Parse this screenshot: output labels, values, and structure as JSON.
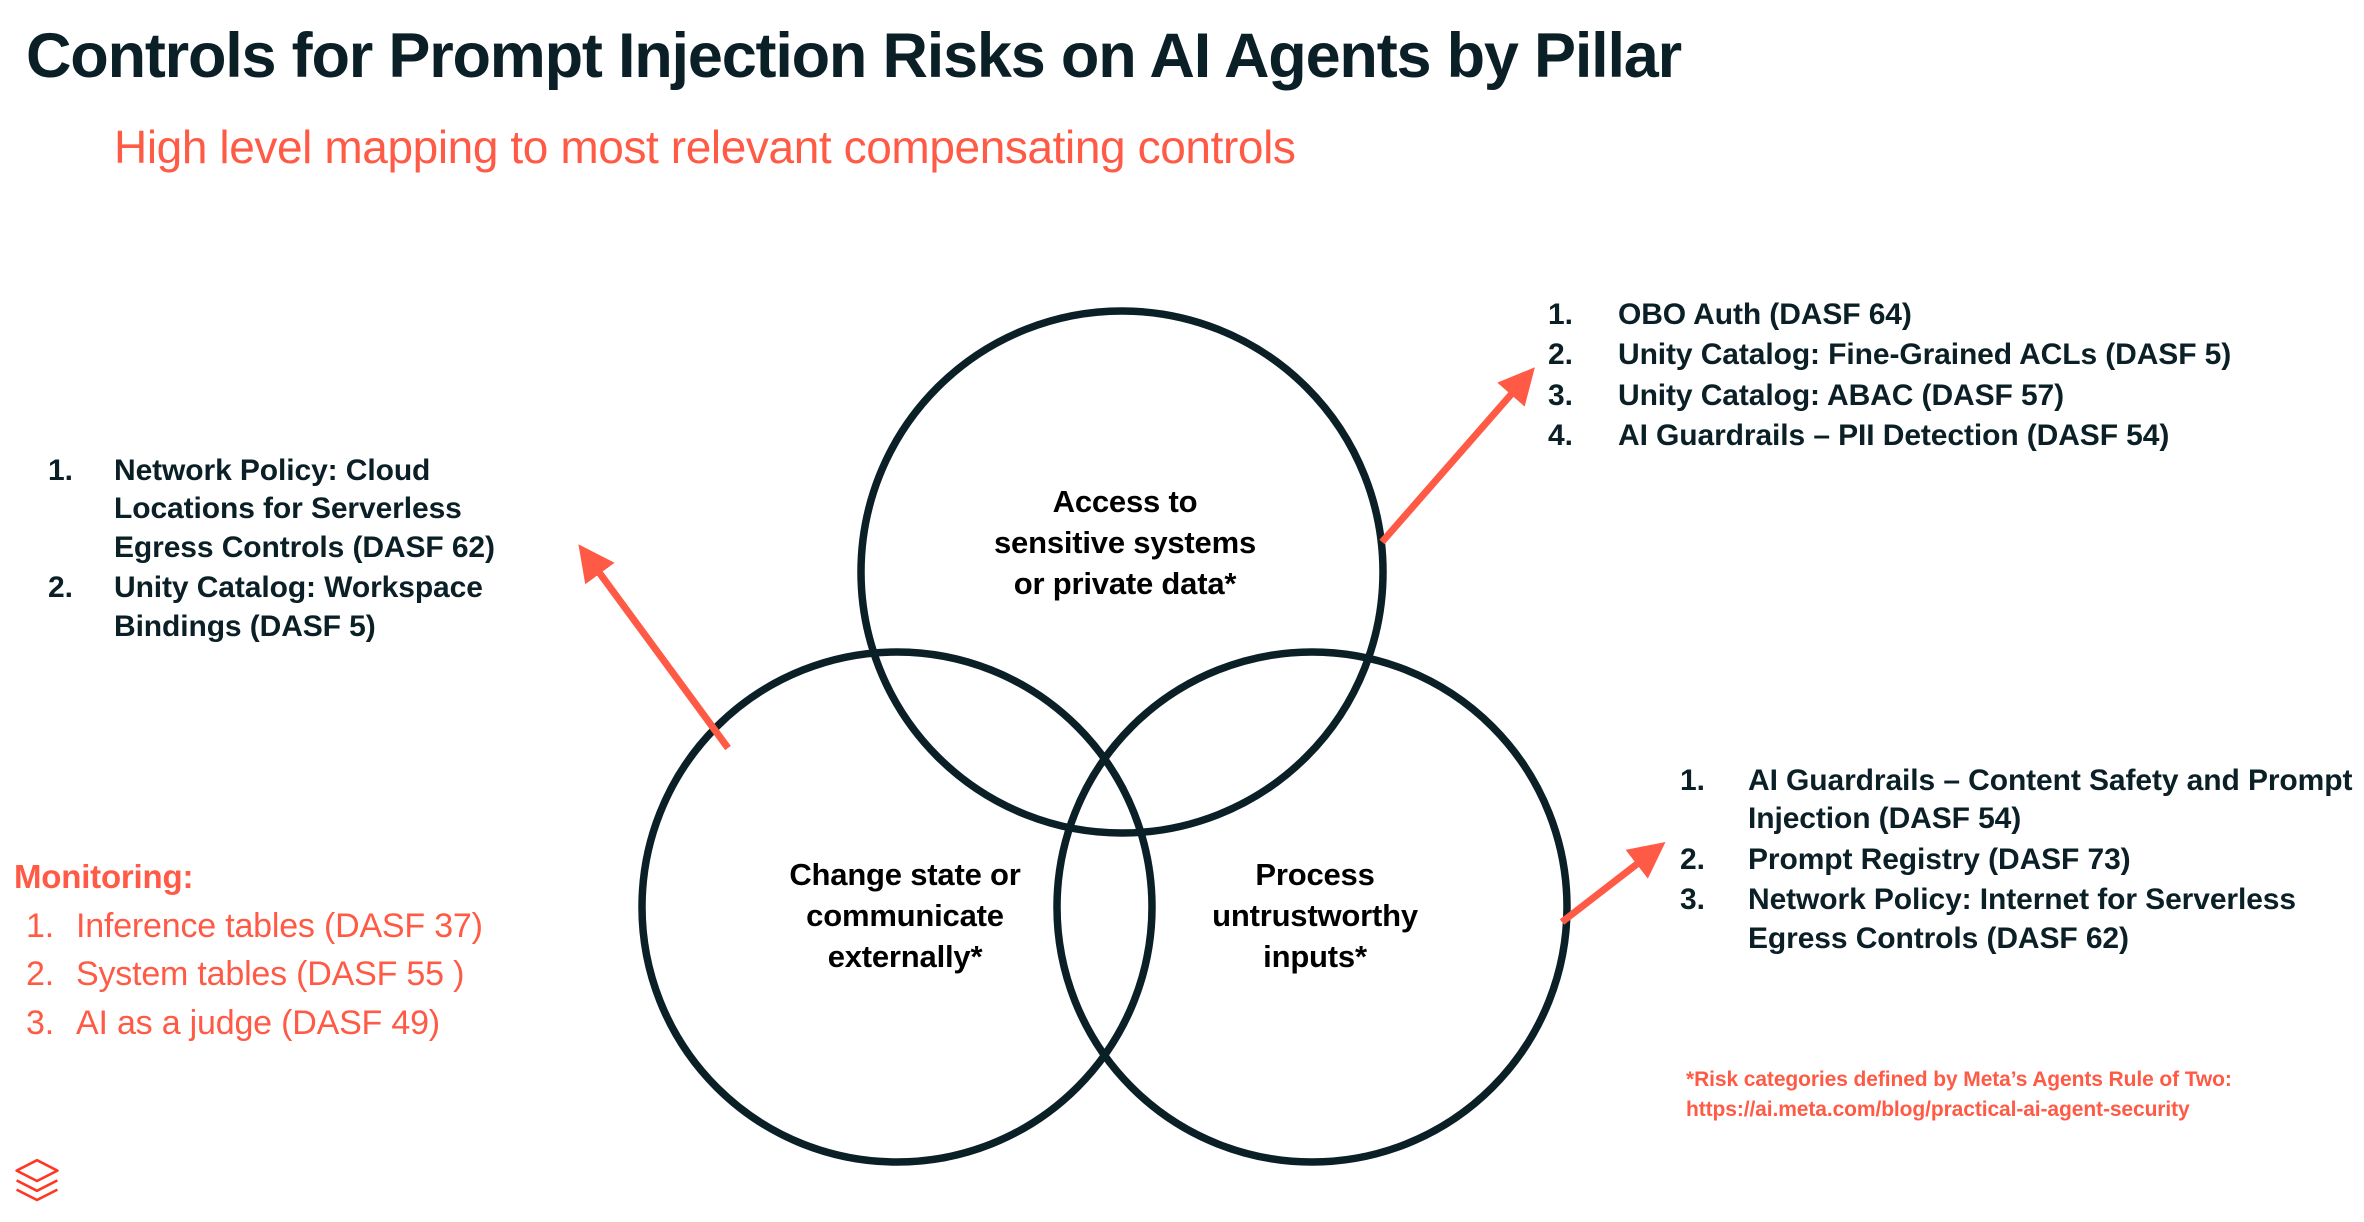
{
  "header": {
    "title": "Controls for Prompt Injection Risks on AI Agents by Pillar",
    "subtitle": "High level mapping to most relevant compensating controls"
  },
  "colors": {
    "ink": "#0B2026",
    "accent": "#FF5A45",
    "circle_stroke": "#0B2026",
    "background": "#FFFFFF"
  },
  "venn": {
    "circles": [
      {
        "id": "access",
        "label": "Access to\nsensitive systems\nor private data*",
        "label_lines": [
          "Access to",
          "sensitive systems",
          "or private data*"
        ]
      },
      {
        "id": "change-state",
        "label": "Change state or\ncommunicate\nexternally*",
        "label_lines": [
          "Change state or",
          "communicate",
          "externally*"
        ]
      },
      {
        "id": "untrusted-input",
        "label": "Process\nuntrustworthy\ninputs*",
        "label_lines": [
          "Process",
          "untrustworthy",
          "inputs*"
        ]
      }
    ]
  },
  "lists": {
    "left": {
      "items": [
        {
          "num": "1.",
          "text": "Network Policy: Cloud Locations for Serverless Egress Controls (DASF 62)"
        },
        {
          "num": "2.",
          "text": "Unity Catalog: Workspace Bindings  (DASF 5)"
        }
      ]
    },
    "top_right": {
      "items": [
        {
          "num": "1.",
          "text": "OBO Auth (DASF 64)"
        },
        {
          "num": "2.",
          "text": "Unity Catalog: Fine-Grained ACLs (DASF 5)"
        },
        {
          "num": "3.",
          "text": "Unity Catalog: ABAC (DASF 57)"
        },
        {
          "num": "4.",
          "text": "AI Guardrails – PII Detection (DASF 54)"
        }
      ]
    },
    "bottom_right": {
      "items": [
        {
          "num": "1.",
          "text": "AI Guardrails – Content Safety and Prompt Injection (DASF 54)"
        },
        {
          "num": "2.",
          "text": "Prompt Registry (DASF 73)"
        },
        {
          "num": "3.",
          "text": "Network Policy: Internet for Serverless Egress Controls (DASF 62)"
        }
      ]
    }
  },
  "monitoring": {
    "title": "Monitoring:",
    "items": [
      {
        "num": "1.",
        "text": "Inference tables (DASF 37)"
      },
      {
        "num": "2.",
        "text": "System tables (DASF 55 )"
      },
      {
        "num": "3.",
        "text": "AI as a judge (DASF 49)"
      }
    ]
  },
  "footnote": {
    "line1": "*Risk categories defined  by Meta’s Agents Rule of Two:",
    "line2": "https://ai.meta.com/blog/practical-ai-agent-security"
  },
  "logo": {
    "name": "databricks-logo"
  }
}
